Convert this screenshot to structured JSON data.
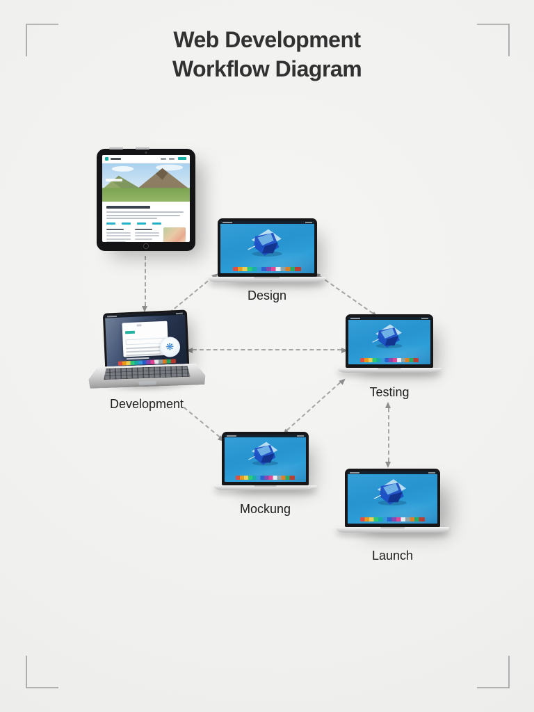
{
  "title": {
    "line1": "Web Development",
    "line2": "Workflow Diagram"
  },
  "nodes": {
    "planning_tablet": {
      "label": "",
      "device": "tablet"
    },
    "design": {
      "label": "Design",
      "device": "laptop"
    },
    "development": {
      "label": "Development",
      "device": "laptop-open"
    },
    "testing": {
      "label": "Testing",
      "device": "laptop"
    },
    "mockup": {
      "label": "Mockung",
      "device": "laptop"
    },
    "launch": {
      "label": "Launch",
      "device": "laptop"
    }
  },
  "connectors": [
    {
      "from": "planning_tablet",
      "to": "development",
      "heads": "end"
    },
    {
      "from": "development",
      "to": "design",
      "heads": "end"
    },
    {
      "from": "design",
      "to": "testing",
      "heads": "both"
    },
    {
      "from": "development",
      "to": "testing",
      "heads": "both"
    },
    {
      "from": "development",
      "to": "mockup",
      "heads": "end"
    },
    {
      "from": "mockup",
      "to": "testing",
      "heads": "both"
    },
    {
      "from": "testing",
      "to": "launch",
      "heads": "both"
    }
  ],
  "colors": {
    "background": "#f0f0ee",
    "title_text": "#313131",
    "label_text": "#1d1d1d",
    "connector": "#a5a5a5",
    "wallpaper_blue": "#2793cf",
    "cloth_blue": "#1d4fc4",
    "accent_teal": "#24b2a2",
    "bezel": "#17171a"
  }
}
